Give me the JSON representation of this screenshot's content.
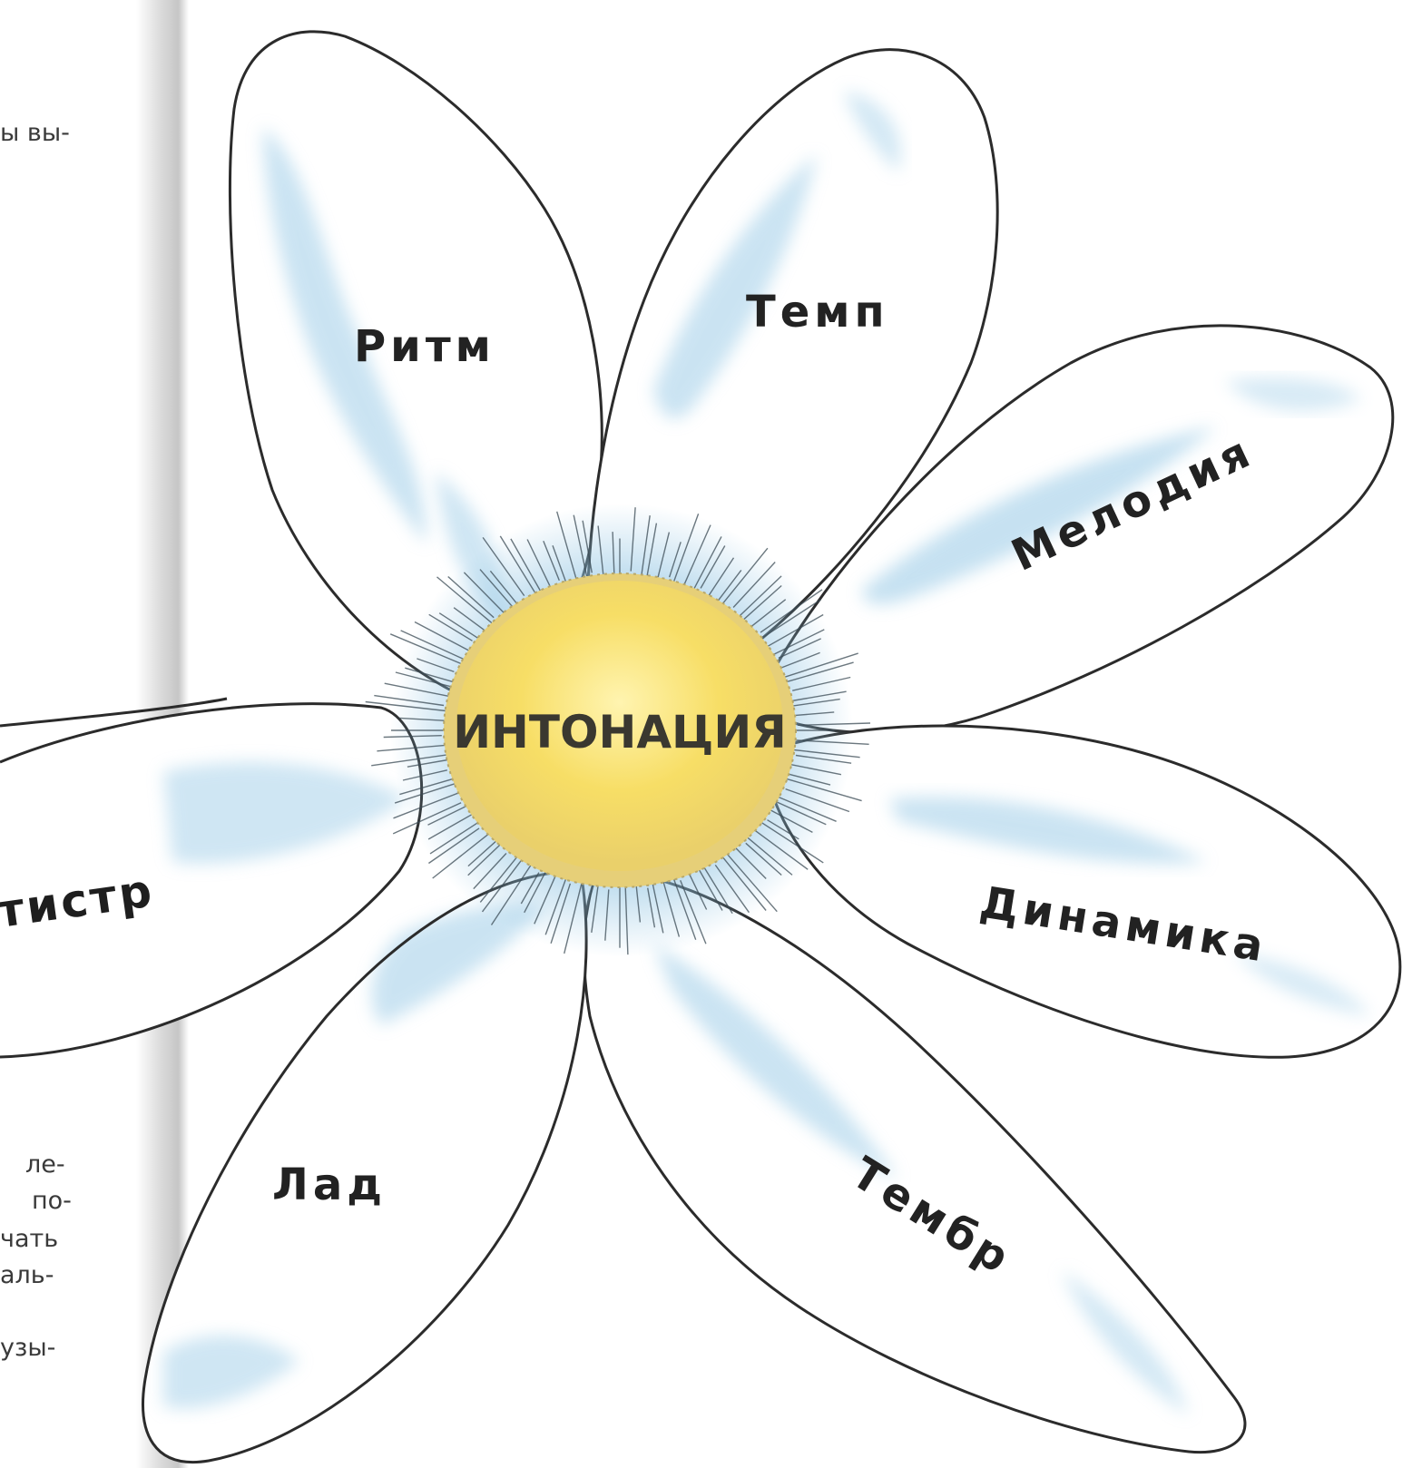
{
  "center": {
    "label": "ИНТОНАЦИЯ"
  },
  "petals": {
    "ritm": "Ритм",
    "temp": "Темп",
    "melodiya": "Мелодия",
    "dinamika": "Динамика",
    "tembr": "Тембр",
    "lad": "Лад",
    "registr": "тистр"
  },
  "left_page": {
    "line1": "ы вы-",
    "line2": "ле-",
    "line3": "по-",
    "line4": "чать",
    "line5": "аль-",
    "line6": "узы-"
  },
  "colors": {
    "center_fill": "#f6dd63",
    "petal_wash": "#9ccbe6",
    "outline": "#2b2b2b",
    "page_gutter": "#d2d2d2"
  }
}
